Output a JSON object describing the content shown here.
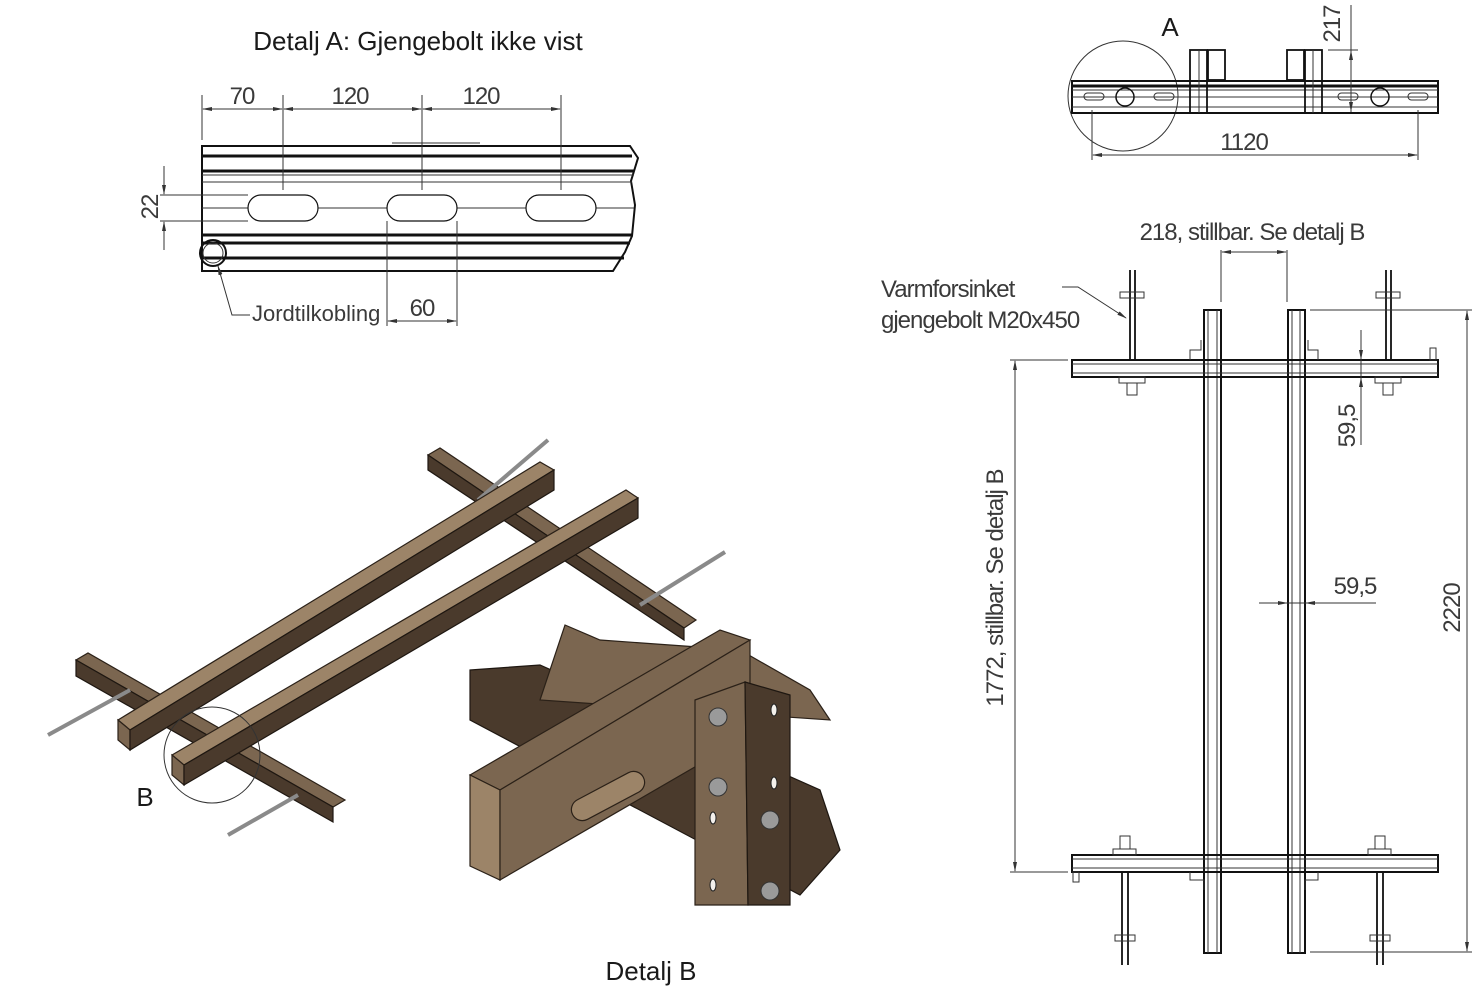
{
  "detail_a": {
    "title": "Detalj A: Gjengebolt ikke vist",
    "dims": {
      "d70": "70",
      "d120a": "120",
      "d120b": "120",
      "d22": "22",
      "d60": "60"
    },
    "ground_label": "Jordtilkobling"
  },
  "top_view": {
    "marker": "A",
    "dim_width": "1120",
    "dim_height": "217"
  },
  "front_view": {
    "dim_rail_gap": "218, stillbar. Se detalj B",
    "bolt_label_line1": "Varmforsinket",
    "bolt_label_line2": "gjengebolt M20x450",
    "dim_offset_top": "59,5",
    "dim_rail_width": "59,5",
    "dim_span": "1772, stillbar. Se detalj B",
    "dim_total": "2220"
  },
  "iso_view": {
    "marker": "B"
  },
  "detail_b": {
    "title": "Detalj B"
  },
  "colors": {
    "profile_brown": "#7b6650",
    "profile_light": "#9c8468",
    "profile_dark": "#4a3a2c",
    "line": "#111111",
    "dimension_text": "#3a3a3a"
  }
}
